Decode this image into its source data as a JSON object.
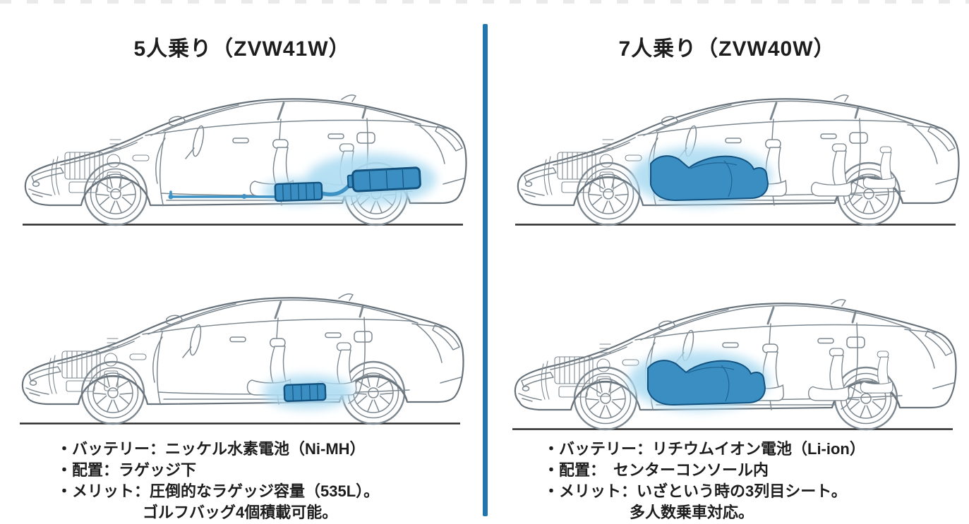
{
  "colors": {
    "background": "#ffffff",
    "divider": "#2176ae",
    "line_art": "#7d8890",
    "ground_line": "#2b2b2b",
    "text": "#1d1d1d",
    "highlight_fill": "#3a8ec2",
    "highlight_stroke": "#14537f",
    "highlight_glow": "#aedcf2",
    "cable": "#3f93c4"
  },
  "left_panel": {
    "title": "5人乗り（ZVW41W）",
    "diagram_icons": [
      "battery-under-luggage-highlight",
      "battery-under-rear-seat-highlight"
    ],
    "bullets": [
      "・バッテリー：ニッケル水素電池（Ni-MH）",
      "・配置：ラゲッジ下",
      "・メリット：圧倒的なラゲッジ容量（535L）。"
    ],
    "bullet_continuation": "ゴルフバッグ4個積載可能。"
  },
  "right_panel": {
    "title": "7人乗り（ZVW40W）",
    "diagram_icons": [
      "battery-center-console-highlight",
      "battery-center-console-highlight"
    ],
    "bullets": [
      "・バッテリー：リチウムイオン電池（Li-ion）",
      "・配置：　センターコンソール内",
      "・メリット：いざという時の3列目シート。"
    ],
    "bullet_continuation": "多人数乗車対応。"
  }
}
